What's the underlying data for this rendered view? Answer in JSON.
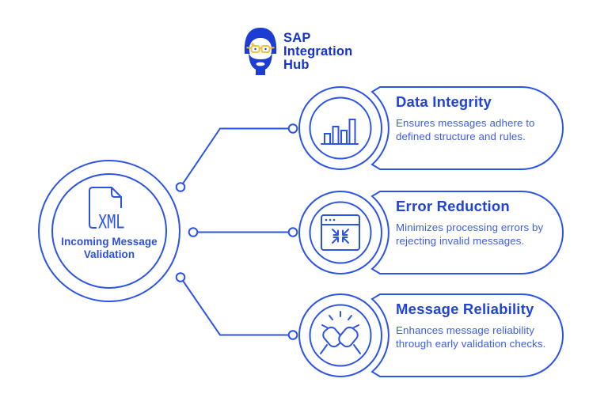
{
  "brand": {
    "name_lines": [
      "SAP",
      "Integration",
      "Hub"
    ],
    "mascot_icon": "bearded-man-with-glasses-mascot"
  },
  "colors": {
    "primary_blue": "#2b54e7",
    "title_blue": "#2144d8",
    "body_blue": "#3d5ee3",
    "logo_blue": "#1431ce",
    "mascot_blue": "#1c3cd4",
    "glasses_yellow": "#eec13d",
    "background": "#ffffff"
  },
  "center_node": {
    "icon": "xml-file-icon",
    "icon_text": "XML",
    "label_lines": [
      "Incoming Message",
      "Validation"
    ]
  },
  "items": [
    {
      "icon": "bar-chart-icon",
      "title": "Data Integrity",
      "description": "Ensures messages adhere to defined structure and rules."
    },
    {
      "icon": "compress-window-icon",
      "title": "Error Reduction",
      "description": "Minimizes processing errors by rejecting invalid messages."
    },
    {
      "icon": "fist-bump-icon",
      "title": "Message Reliability",
      "description": "Enhances message reliability through early validation checks."
    }
  ]
}
